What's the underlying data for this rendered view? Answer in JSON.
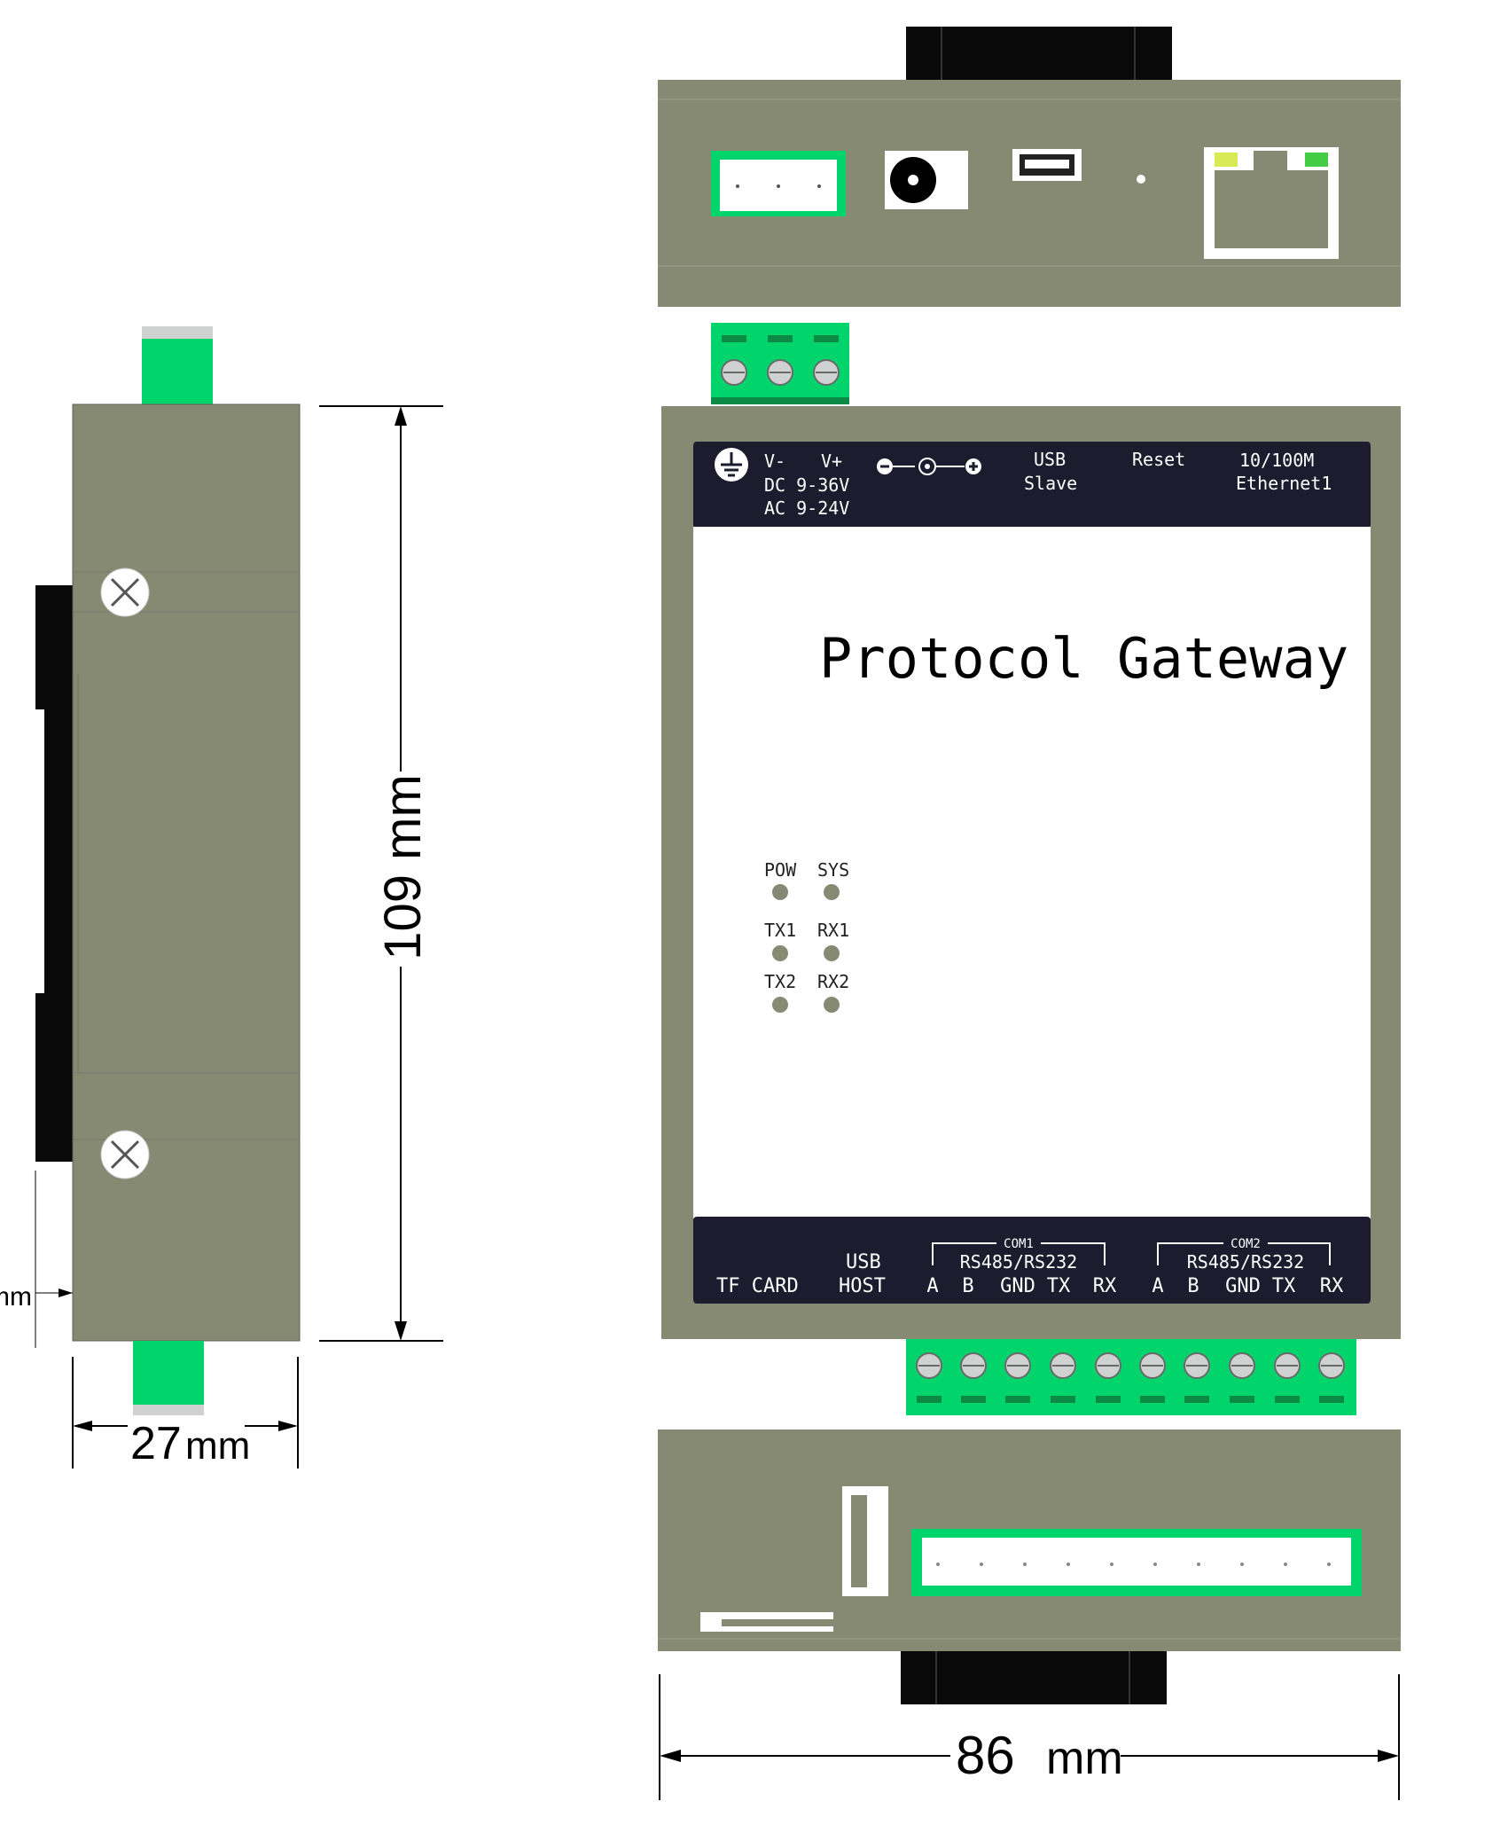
{
  "device": {
    "title": "Protocol Gateway",
    "top_panel": {
      "power_v_minus": "V-",
      "power_v_plus": "V+",
      "power_dc": "DC 9-36V",
      "power_ac": "AC 9-24V",
      "usb_line1": "USB",
      "usb_line2": "Slave",
      "reset": "Reset",
      "eth_line1": "10/100M",
      "eth_line2": "Ethernet1"
    },
    "leds": [
      {
        "label": "POW"
      },
      {
        "label": "SYS"
      },
      {
        "label": "TX1"
      },
      {
        "label": "RX1"
      },
      {
        "label": "TX2"
      },
      {
        "label": "RX2"
      }
    ],
    "bottom_panel": {
      "tf_card": "TF CARD",
      "usb_line1": "USB",
      "usb_line2": "HOST",
      "com1_title": "COM1",
      "com1_sub": "RS485/RS232",
      "com2_title": "COM2",
      "com2_sub": "RS485/RS232",
      "com1_pins": [
        "A",
        "B",
        "GND",
        "TX",
        "RX"
      ],
      "com2_pins": [
        "A",
        "B",
        "GND",
        "TX",
        "RX"
      ]
    }
  },
  "dimensions": {
    "height": "109 mm",
    "depth_number": "27",
    "depth_unit": "mm",
    "width_number": "86",
    "width_unit": "mm",
    "cut_label": "mm"
  },
  "colors": {
    "housing": "#868A73",
    "terminal_green": "#00D46A",
    "panel_dark": "#1C1C2E",
    "rail_black": "#0A0A0A"
  }
}
